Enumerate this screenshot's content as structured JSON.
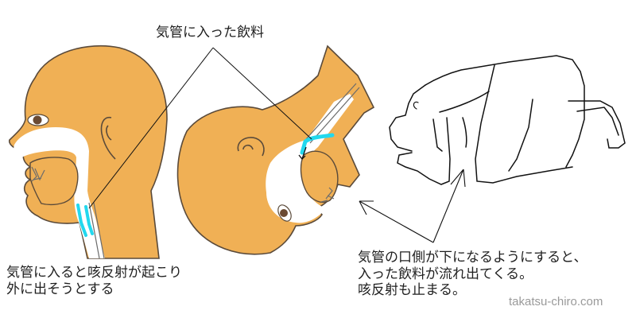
{
  "diagram": {
    "pointer_label": "気管に入った飲料",
    "left_caption": {
      "line1": "気管に入ると咳反射が起こり",
      "line2": "外に出そうとする"
    },
    "right_caption": {
      "line1": "気管の口側が下になるようにすると、",
      "line2": "入った飲料が流れ出てくる。",
      "line3": "咳反射も止まる。"
    },
    "watermark": "takatsu-chiro.com",
    "figures": [
      {
        "name": "upright-head-cross-section",
        "description": "Side view of head with liquid in trachea"
      },
      {
        "name": "tilted-head-cross-section",
        "description": "Head tilted down, liquid flowing out of trachea"
      },
      {
        "name": "kneeling-person-outline",
        "description": "Person on hands and knees with head lowered"
      }
    ],
    "colors": {
      "skin": "#F0B055",
      "outline": "#5a4a3a",
      "liquid": "#22D8EE",
      "airway": "#ffffff",
      "eye": "#6b4a33",
      "text": "#1f1f1f",
      "watermark": "#9a9a9a"
    }
  }
}
